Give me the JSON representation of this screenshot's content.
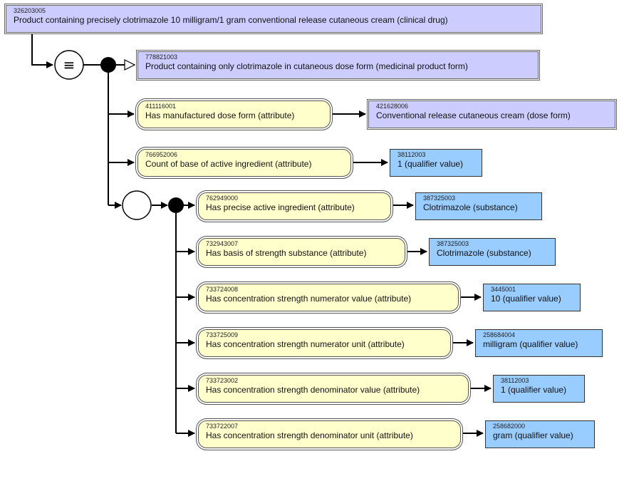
{
  "focus_concept": {
    "id": "326203005",
    "label": "Product containing precisely clotrimazole 10 milligram/1 gram conventional release cutaneous cream (clinical drug)"
  },
  "definition_status_symbol": "≡",
  "parent_concept": {
    "id": "778821003",
    "label": "Product containing only clotrimazole in cutaneous dose form (medicinal product form)"
  },
  "ungrouped_attributes": [
    {
      "attr_id": "411116001",
      "attr_label": "Has manufactured dose form (attribute)",
      "value_id": "421628006",
      "value_label": "Conventional release cutaneous cream (dose form)",
      "value_style": "defined"
    },
    {
      "attr_id": "766952006",
      "attr_label": "Count of base of active ingredient (attribute)",
      "value_id": "38112003",
      "value_label": "1 (qualifier value)",
      "value_style": "primitive"
    }
  ],
  "role_group": [
    {
      "attr_id": "762949000",
      "attr_label": "Has precise active ingredient (attribute)",
      "value_id": "387325003",
      "value_label": "Clotrimazole (substance)"
    },
    {
      "attr_id": "732943007",
      "attr_label": "Has basis of strength substance (attribute)",
      "value_id": "387325003",
      "value_label": "Clotrimazole (substance)"
    },
    {
      "attr_id": "733724008",
      "attr_label": "Has concentration strength numerator value (attribute)",
      "value_id": "3445001",
      "value_label": "10 (qualifier value)"
    },
    {
      "attr_id": "733725009",
      "attr_label": "Has concentration strength numerator unit (attribute)",
      "value_id": "258684004",
      "value_label": "milligram (qualifier value)"
    },
    {
      "attr_id": "733723002",
      "attr_label": "Has concentration strength denominator value (attribute)",
      "value_id": "38112003",
      "value_label": "1 (qualifier value)"
    },
    {
      "attr_id": "733722007",
      "attr_label": "Has concentration strength denominator unit (attribute)",
      "value_id": "258682000",
      "value_label": "gram (qualifier value)"
    }
  ],
  "colors": {
    "defined_concept": "#ccccfe",
    "primitive_concept": "#99ccff",
    "attribute": "#ffffcc"
  }
}
